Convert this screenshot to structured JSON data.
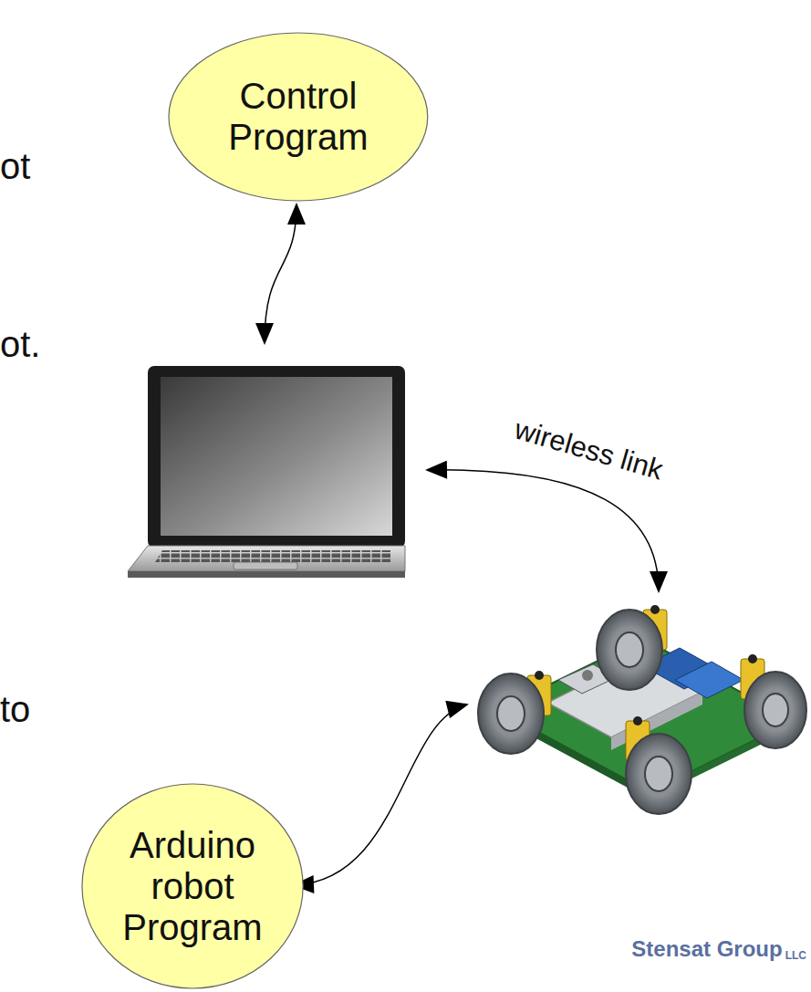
{
  "diagram": {
    "nodes": [
      {
        "text": [
          "Control Program"
        ]
      },
      {
        "text": [
          "Arduino robot Program"
        ]
      }
    ],
    "labels": [
      "ot",
      "ot.",
      "to",
      "wireless link",
      "Stensat Group",
      "LLC"
    ]
  }
}
